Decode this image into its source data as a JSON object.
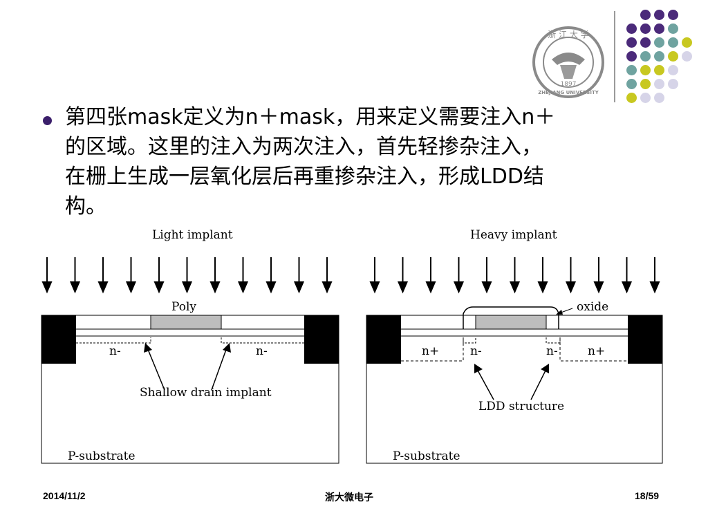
{
  "slide": {
    "text_lines": [
      "第四张mask定义为n＋mask，用来定义需要注入n＋",
      "的区域。这里的注入为两次注入，首先轻掺杂注入，",
      "在栅上生成一层氧化层后再重掺杂注入，形成LDD结",
      "构。"
    ]
  },
  "logo": {
    "top_text": "浙 江 大 学",
    "year": "1897",
    "bottom_text": "ZHEJIANG UNIVERSITY"
  },
  "decoration": {
    "colors": {
      "purple": "#4b2a7a",
      "teal": "#6fa3a0",
      "yellow": "#c8c820",
      "lavender": "#d6d4e8"
    }
  },
  "diagram_left": {
    "title": "Light implant",
    "gate_label": "Poly",
    "region_left": "n-",
    "region_right": "n-",
    "annotation": "Shallow drain implant",
    "substrate": "P-substrate"
  },
  "diagram_right": {
    "title": "Heavy implant",
    "oxide_label": "oxide",
    "region_outer_left": "n+",
    "region_inner_left": "n-",
    "region_inner_right": "n-",
    "region_outer_right": "n+",
    "annotation": "LDD structure",
    "substrate": "P-substrate"
  },
  "footer": {
    "date": "2014/11/2",
    "center": "浙大微电子",
    "page": "18/59"
  }
}
